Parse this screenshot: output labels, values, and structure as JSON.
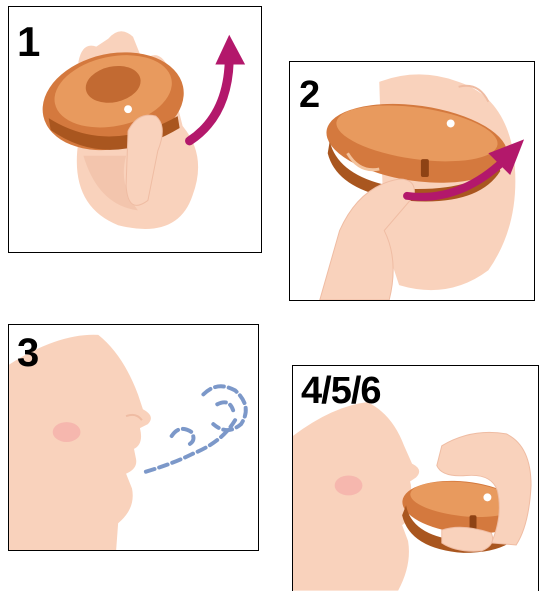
{
  "steps": [
    {
      "label": "1"
    },
    {
      "label": "2"
    },
    {
      "label": "3"
    },
    {
      "label": "4/5/6"
    }
  ],
  "colors": {
    "skin": "#f9d2bc",
    "skin_shadow": "#efbca3",
    "inhaler": "#d4793e",
    "inhaler_dark": "#a9561f",
    "inhaler_light": "#e89a5e",
    "arrow": "#b3186b",
    "breath": "#7c98c9",
    "border": "#000000"
  },
  "icons": [
    "rotate-arrow-icon",
    "twist-arrow-icon",
    "exhale-breath-icon"
  ]
}
